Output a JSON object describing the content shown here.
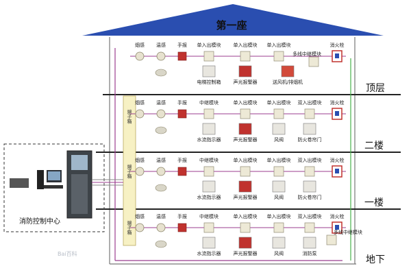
{
  "building": {
    "title": "第一座"
  },
  "floors": [
    {
      "key": "top",
      "label": "顶层",
      "devices": [
        "烟感",
        "温感",
        "手报",
        "单入出模块",
        "单入出模块",
        "单入出模块",
        "消火栓"
      ],
      "extra_module": "多线中继模块",
      "equipment": [
        "电梯控制箱",
        "声光报警器",
        "送风机/排烟机"
      ]
    },
    {
      "key": "f2",
      "label": "二楼",
      "devices": [
        "烟感",
        "温感",
        "手报",
        "中继模块",
        "单入出模块",
        "单入出模块",
        "双入出模块",
        "消火栓"
      ],
      "equipment": [
        "水流指示器",
        "声光报警器",
        "风阀",
        "防火卷帘门"
      ]
    },
    {
      "key": "f1",
      "label": "一楼",
      "devices": [
        "烟感",
        "温感",
        "手报",
        "中继模块",
        "单入出模块",
        "单入出模块",
        "双入出模块",
        "消火栓"
      ],
      "equipment": [
        "水流指示器",
        "声光报警器",
        "风阀",
        "防火卷帘门"
      ]
    },
    {
      "key": "b1",
      "label": "地下",
      "devices": [
        "烟感",
        "温感",
        "手报",
        "中继模块",
        "单入出模块",
        "单入出模块",
        "双入出模块",
        "消火栓"
      ],
      "extra_module": "多线中继模块",
      "equipment": [
        "水流指示器",
        "声光报警器",
        "风阀",
        "消防泵"
      ]
    }
  ],
  "terminal_block": "端子箱",
  "control_center": {
    "label": "消防控制中心"
  },
  "colors": {
    "roof": "#2a4eb0",
    "wire_purple": "#9b3d8f",
    "wire_green": "#46b04a",
    "wire_gray": "#888888"
  }
}
